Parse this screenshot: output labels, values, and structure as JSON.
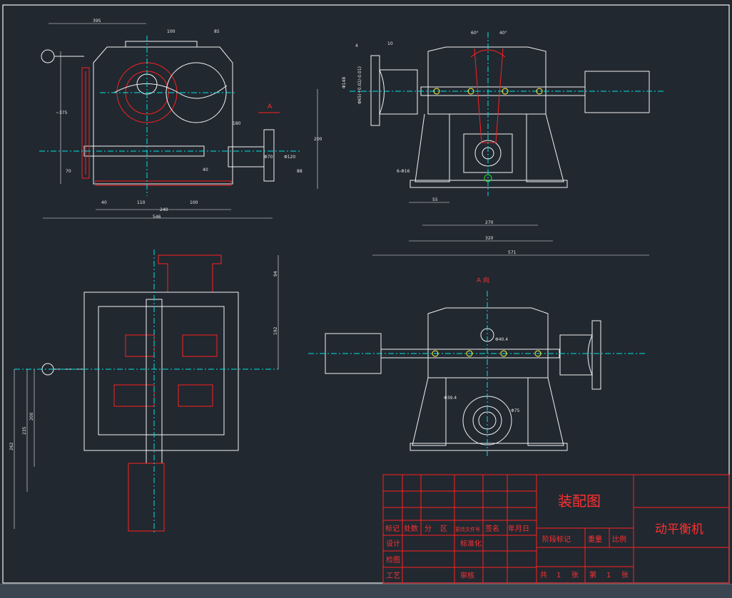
{
  "drawing": {
    "title": "装配图",
    "machine_name": "动平衡机",
    "view_label_a": "A",
    "view_label_a_direction": "A 向"
  },
  "title_block": {
    "header_cells": [
      "标记",
      "处数",
      "分",
      "区",
      "更改文件号",
      "签名",
      "年月日"
    ],
    "row_labels": [
      "设计",
      "标准化",
      "检图",
      "工艺",
      "审核"
    ],
    "stage_cells": [
      "阶段标记",
      "重量",
      "比例"
    ],
    "sheet_cells": [
      "共",
      "1",
      "张",
      "第",
      "1",
      "张"
    ]
  },
  "dimensions": {
    "top_left": [
      "395",
      "100",
      "85",
      "~375",
      "70",
      "40",
      "110",
      "240",
      "100",
      "546",
      "180",
      "200",
      "40",
      "88",
      "Φ70",
      "Φ120"
    ],
    "top_right": [
      "Φ148",
      "Φ65(+0.02/-0.01)",
      "4",
      "10",
      "60°",
      "40°",
      "6-Φ16",
      "55",
      "270",
      "320",
      "571"
    ],
    "bottom_left": [
      "94",
      "192",
      "200",
      "235",
      "262"
    ],
    "bottom_right": [
      "Φ40.4",
      "Φ39.4",
      "Φ75"
    ]
  },
  "colors": {
    "background": "#212830",
    "line_white": "#f2f2f2",
    "line_red": "#ff2020",
    "line_cyan": "#00e5e5",
    "line_green": "#20e020",
    "line_yellow": "#ffff40",
    "line_magenta": "#ff40ff"
  }
}
